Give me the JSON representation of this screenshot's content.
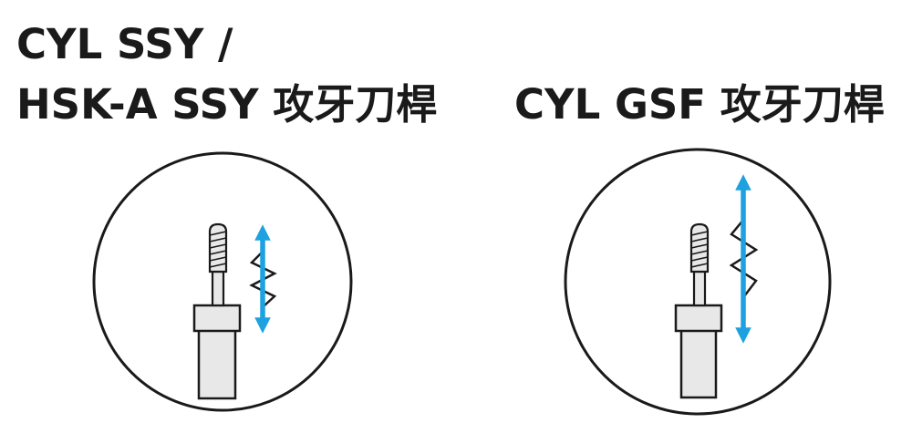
{
  "left_panel": {
    "title_line1": "CYL SSY /",
    "title_line2": "HSK-A SSY 攻牙刀桿"
  },
  "right_panel": {
    "title": "CYL GSF 攻牙刀桿"
  },
  "colors": {
    "outline": "#1a1a1a",
    "holder_fill": "#e8e8e8",
    "arrow": "#1da1e0"
  },
  "icons": {
    "tool": "tap-holder-icon",
    "spring": "spring-icon",
    "arrow": "double-arrow-icon"
  }
}
